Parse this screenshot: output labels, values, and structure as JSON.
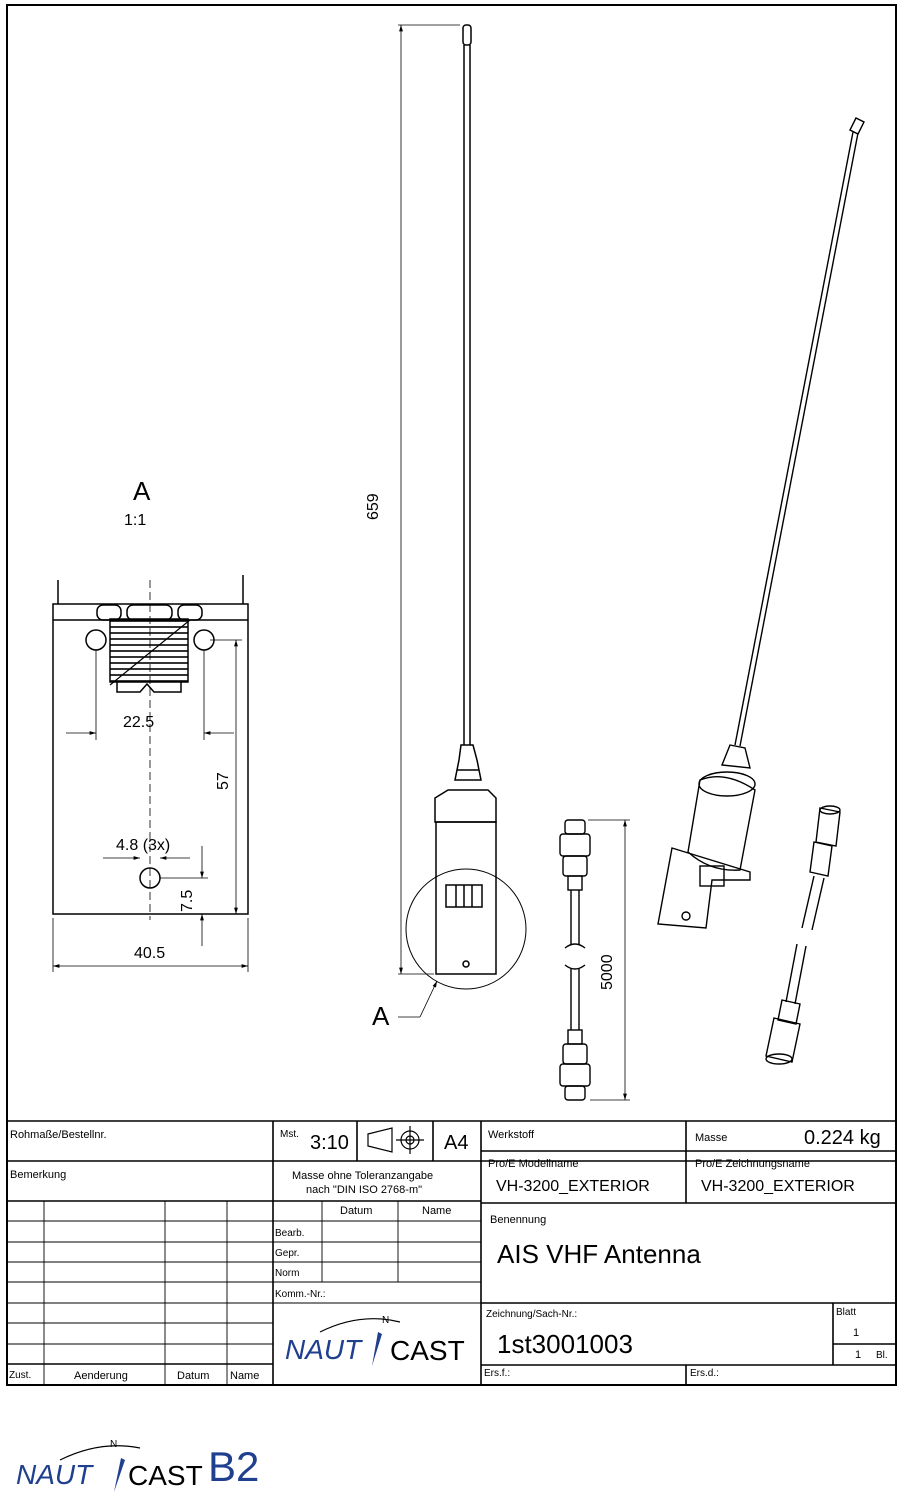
{
  "drawing": {
    "view_label": "A",
    "view_scale": "1:1",
    "section_marker": "A",
    "dimensions": {
      "height_total": "659",
      "cable_length": "5000",
      "hole_spacing": "22.5",
      "hole_height": "57",
      "hole_diameter": "4.8 (3x)",
      "hole_offset": "7.5",
      "bracket_width": "40.5"
    }
  },
  "title_block": {
    "rohmasse_label": "Rohmaße/Bestellnr.",
    "mst_label": "Mst.",
    "mst_value": "3:10",
    "format": "A4",
    "werkstoff_label": "Werkstoff",
    "masse_label": "Masse",
    "masse_value": "0.224 kg",
    "bemerkung_label": "Bemerkung",
    "tolerance_note_1": "Masse ohne Toleranzangabe",
    "tolerance_note_2": "nach \"DIN ISO 2768-m\"",
    "proe_model_label": "Pro/E Modellname",
    "proe_model_value": "VH-3200_EXTERIOR",
    "proe_drawing_label": "Pro/E Zeichnungsname",
    "proe_drawing_value": "VH-3200_EXTERIOR",
    "datum_header": "Datum",
    "name_header": "Name",
    "benennung_label": "Benennung",
    "benennung_value": "AIS VHF Antenna",
    "bearb_label": "Bearb.",
    "gepr_label": "Gepr.",
    "norm_label": "Norm",
    "komm_label": "Komm.-Nr.:",
    "zeichnung_label": "Zeichnung/Sach-Nr.:",
    "zeichnung_value": "1st3001003",
    "blatt_label": "Blatt",
    "blatt_value": "1",
    "bl_value": "1",
    "bl_label": "Bl.",
    "ersf_label": "Ers.f.:",
    "ersd_label": "Ers.d.:",
    "zust_label": "Zust.",
    "aenderung_label": "Aenderung",
    "datum_label": "Datum",
    "name_label": "Name",
    "dot": "."
  },
  "logo": {
    "nauti": "NAUT",
    "cast": "CAST",
    "n_mark": "N",
    "accent_color": "#1f3f8f"
  },
  "footer": {
    "logo_nauti": "NAUT",
    "logo_cast": "CAST",
    "logo_n_mark": "N",
    "model": "B2",
    "model_color": "#1f3f8f"
  }
}
